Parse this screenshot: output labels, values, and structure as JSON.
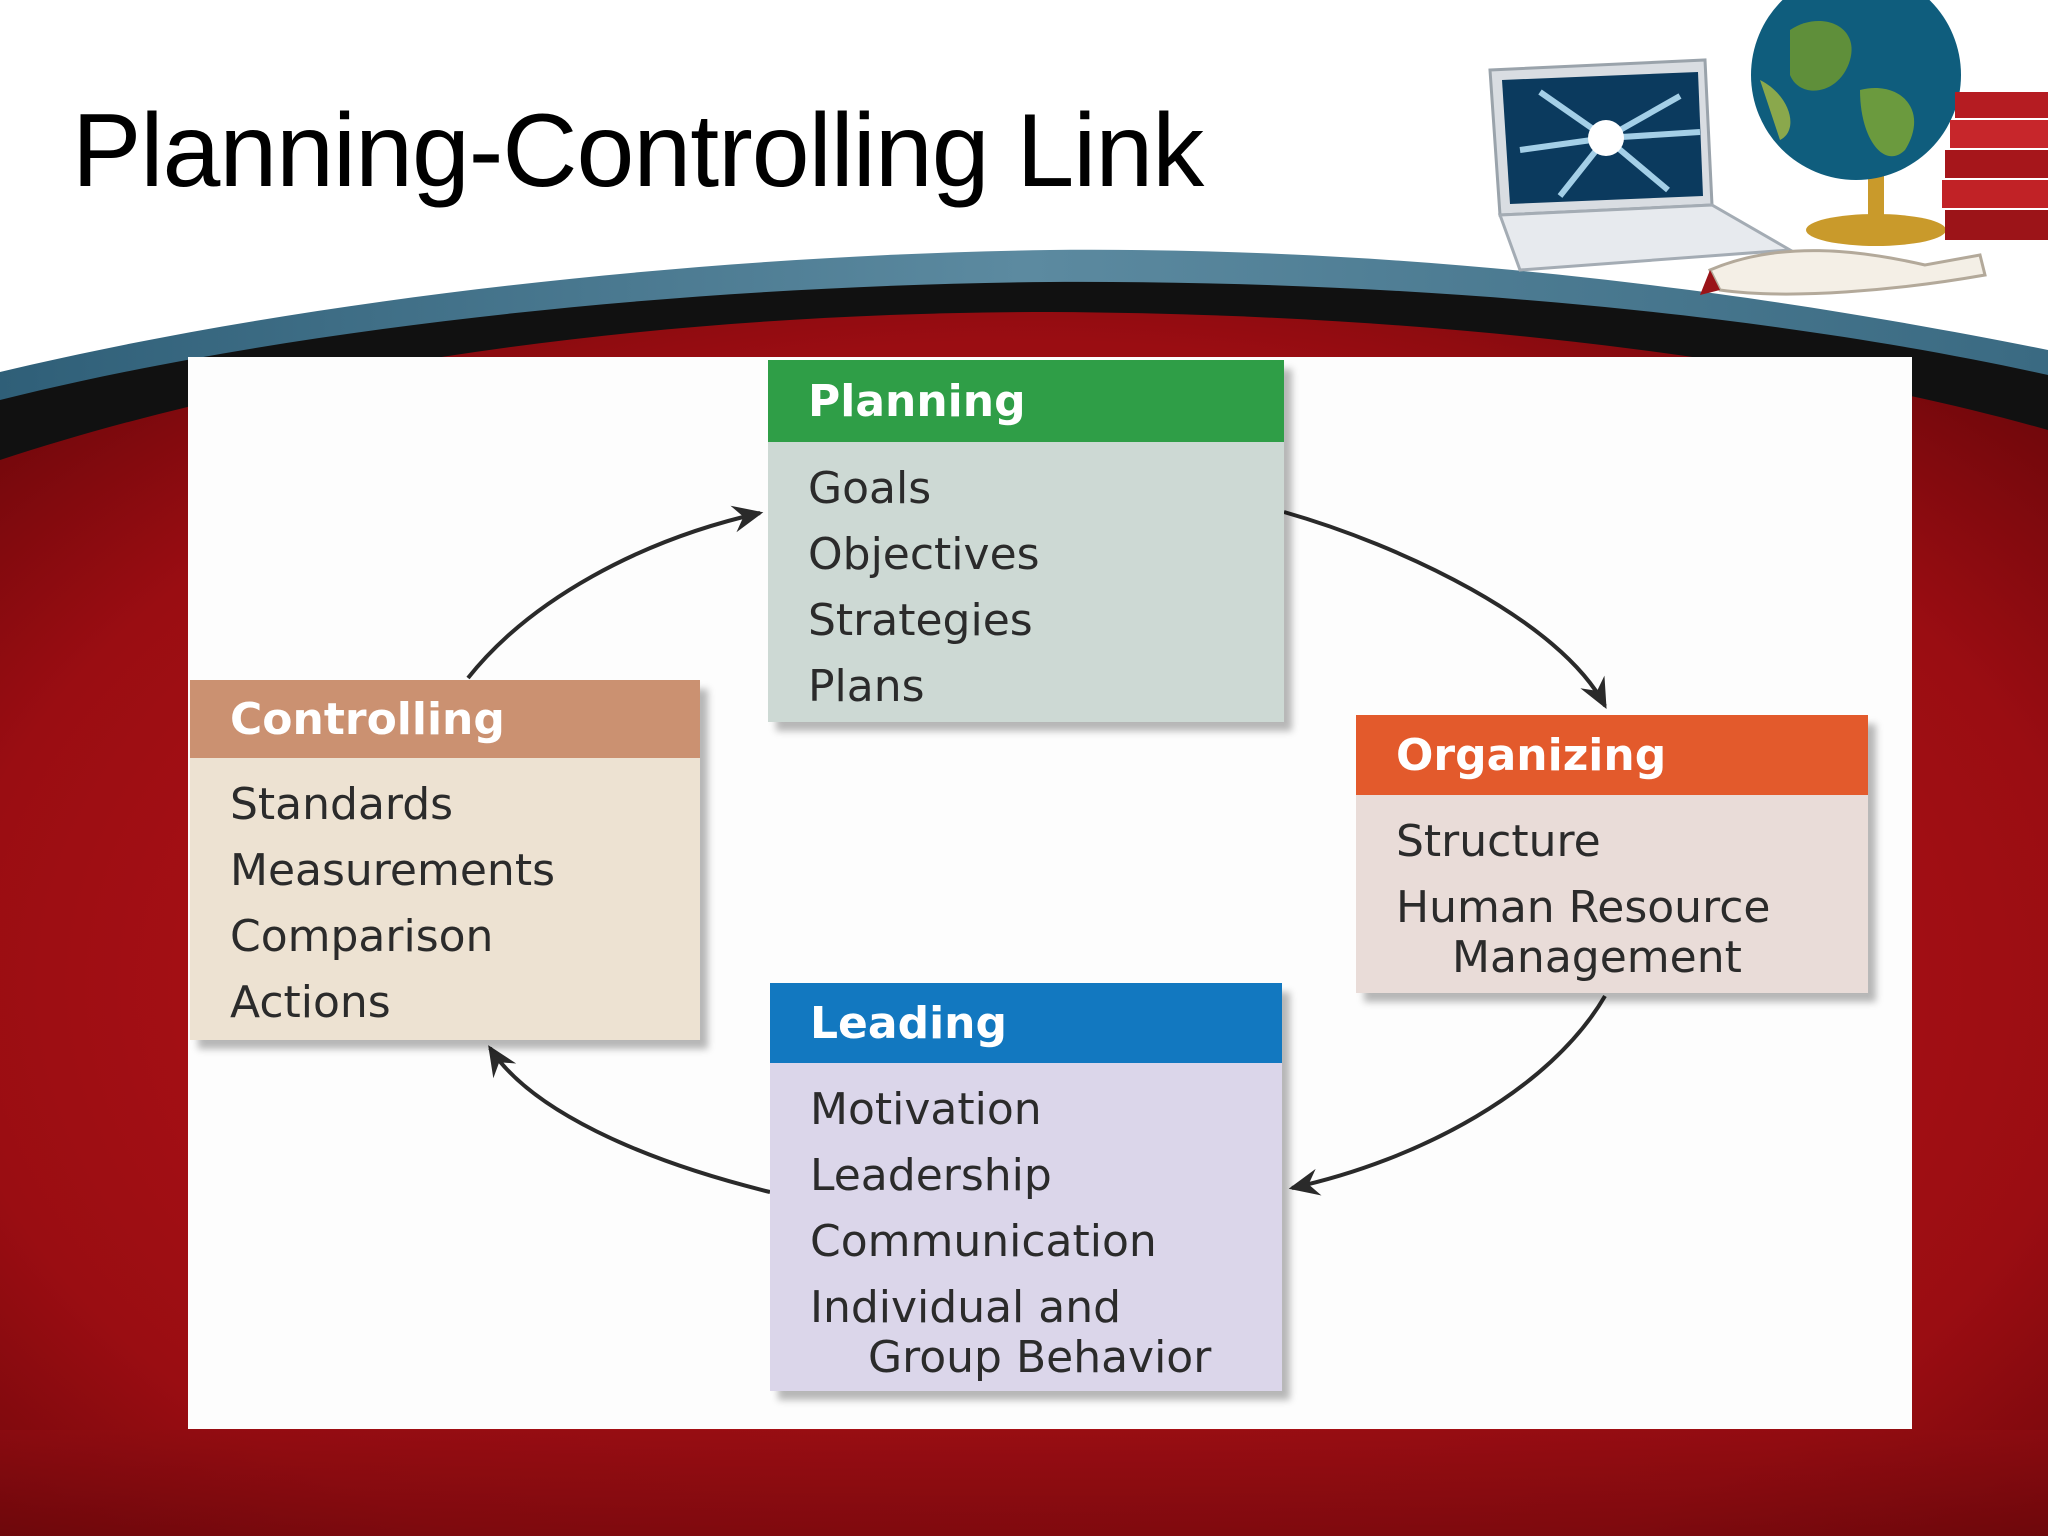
{
  "slide": {
    "title": "Planning-Controlling Link"
  },
  "colors": {
    "background_red": "#9a0d12",
    "swoosh_blue": "#3f6f86",
    "planning_header": "#2f9e47",
    "planning_body": "#cdd9d4",
    "organizing_header": "#e35a2c",
    "organizing_body": "#e9dcd8",
    "controlling_header": "#cb9171",
    "controlling_body": "#ede2d2",
    "leading_header": "#1278c0",
    "leading_body": "#dbd6ea"
  },
  "decorations": [
    "laptop-icon",
    "globe-icon",
    "books-icon"
  ],
  "diagram": {
    "planning": {
      "title": "Planning",
      "items": [
        "Goals",
        "Objectives",
        "Strategies",
        "Plans"
      ]
    },
    "organizing": {
      "title": "Organizing",
      "items": [
        {
          "line1": "Structure",
          "line2": ""
        },
        {
          "line1": "Human Resource",
          "line2": "Management"
        }
      ]
    },
    "leading": {
      "title": "Leading",
      "items": [
        {
          "line1": "Motivation",
          "line2": ""
        },
        {
          "line1": "Leadership",
          "line2": ""
        },
        {
          "line1": "Communication",
          "line2": ""
        },
        {
          "line1": "Individual and",
          "line2": "Group Behavior"
        }
      ]
    },
    "controlling": {
      "title": "Controlling",
      "items": [
        "Standards",
        "Measurements",
        "Comparison",
        "Actions"
      ]
    },
    "arrows": [
      {
        "from": "planning",
        "to": "organizing"
      },
      {
        "from": "organizing",
        "to": "leading"
      },
      {
        "from": "leading",
        "to": "controlling"
      },
      {
        "from": "controlling",
        "to": "planning"
      }
    ]
  }
}
